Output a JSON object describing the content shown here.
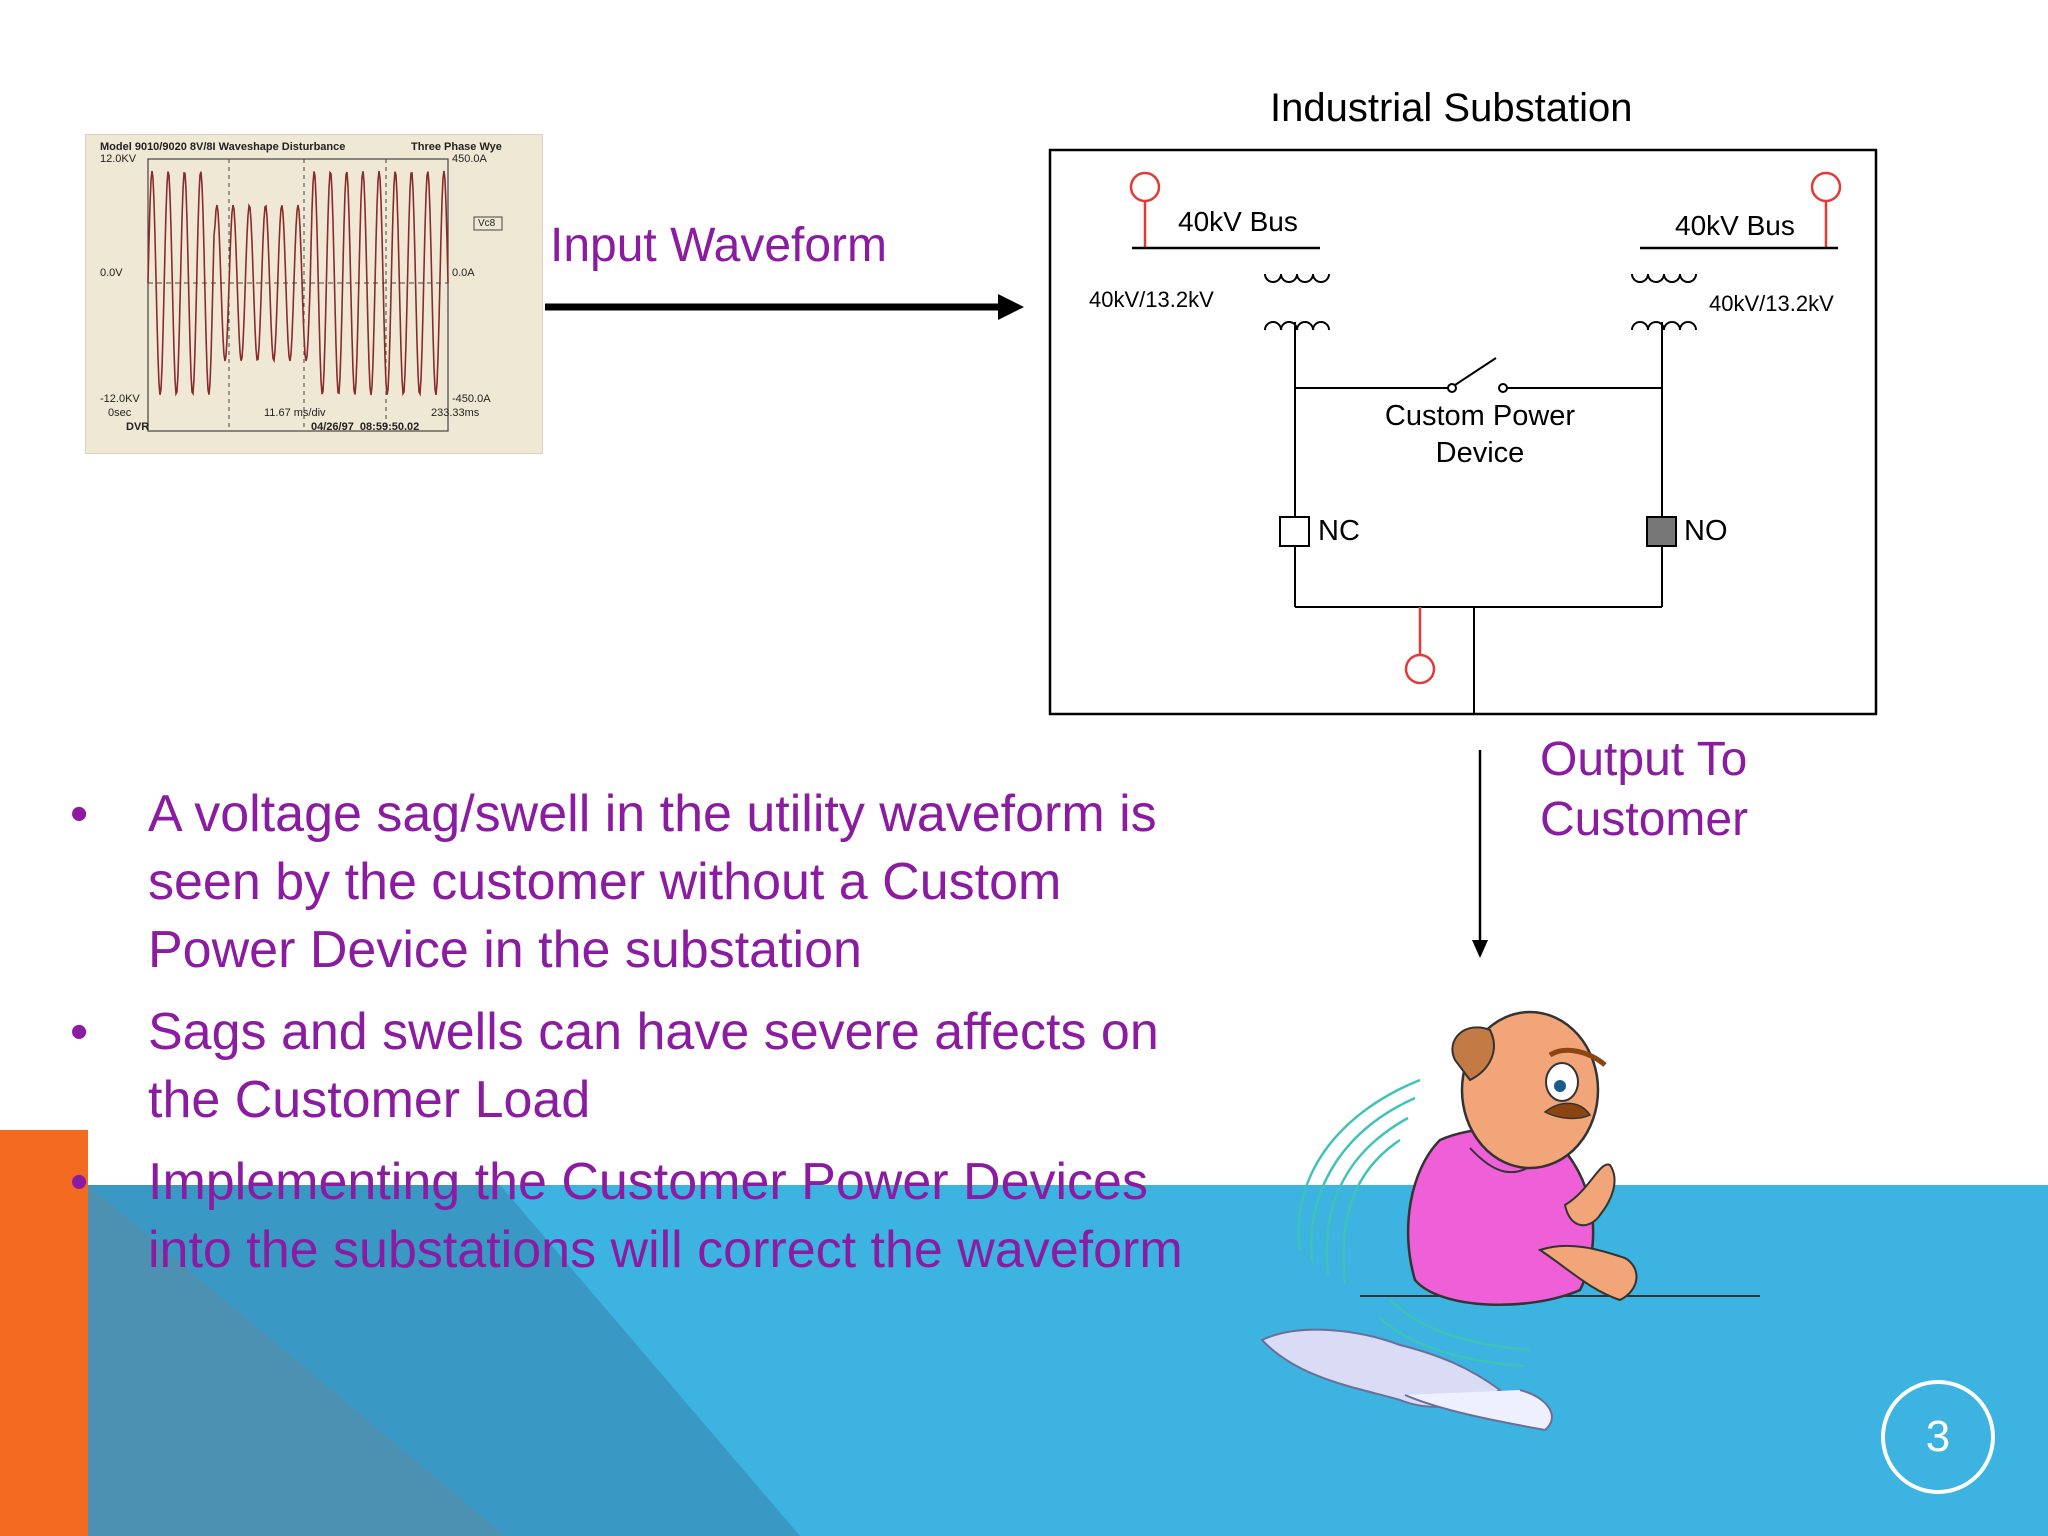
{
  "slide": {
    "number": "3",
    "colors": {
      "background": "#ffffff",
      "bottom_blue": "#3cb3e0",
      "orange": "#f46a20",
      "overlay_blue": "#3a95c2",
      "text_purple": "#8b1ba0"
    }
  },
  "waveform_image": {
    "header_left": "Model 9010/9020 8V/8I Waveshape Disturbance",
    "header_right": "Three Phase Wye",
    "left_top": "12.0KV",
    "left_mid": "0.0V",
    "left_bottom": "-12.0KV",
    "right_top": "450.0A",
    "right_mid": "0.0A",
    "right_bottom": "-450.0A",
    "channel_tag": "Vc8",
    "t_start": "0sec",
    "t_div": "11.67 ms/div",
    "t_end": "233.33ms",
    "device": "DVR",
    "timestamp": "04/26/97  08:59:50.02"
  },
  "labels": {
    "input_waveform": "Input Waveform",
    "output_line1": "Output To",
    "output_line2": "Customer"
  },
  "substation": {
    "title": "Industrial Substation",
    "bus_left": "40kV Bus",
    "bus_right": "40kV Bus",
    "xfmr_left": "40kV/13.2kV",
    "xfmr_right": "40kV/13.2kV",
    "device_line1": "Custom Power",
    "device_line2": "Device",
    "breaker_left": "NC",
    "breaker_right": "NO"
  },
  "bullets": [
    {
      "marker": "•",
      "text": "A voltage sag/swell in the utility waveform is  seen by the customer without a Custom Power Device in the substation"
    },
    {
      "marker": "•",
      "text": "Sags and swells can have severe affects on the Customer Load"
    },
    {
      "marker": "•",
      "text": "Implementing the Customer Power Devices into the substations will correct the waveform"
    }
  ]
}
